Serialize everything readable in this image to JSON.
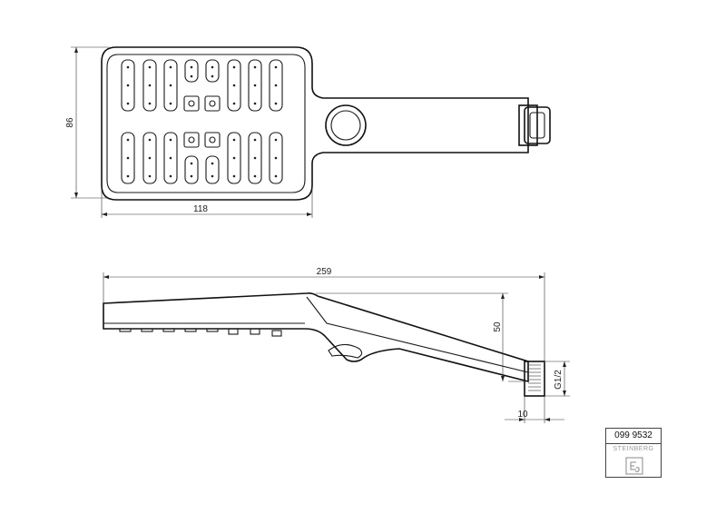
{
  "drawing": {
    "dimensions": {
      "top_height": "86",
      "top_width": "118",
      "side_length": "259",
      "side_height": "50",
      "connector_length": "10",
      "thread": "G1/2"
    }
  },
  "title_block": {
    "article_number": "099 9532",
    "brand": "STEINBERG"
  },
  "colors": {
    "line": "#1a1a1a",
    "dimension_text": "#222222",
    "brand_text": "#999999"
  }
}
